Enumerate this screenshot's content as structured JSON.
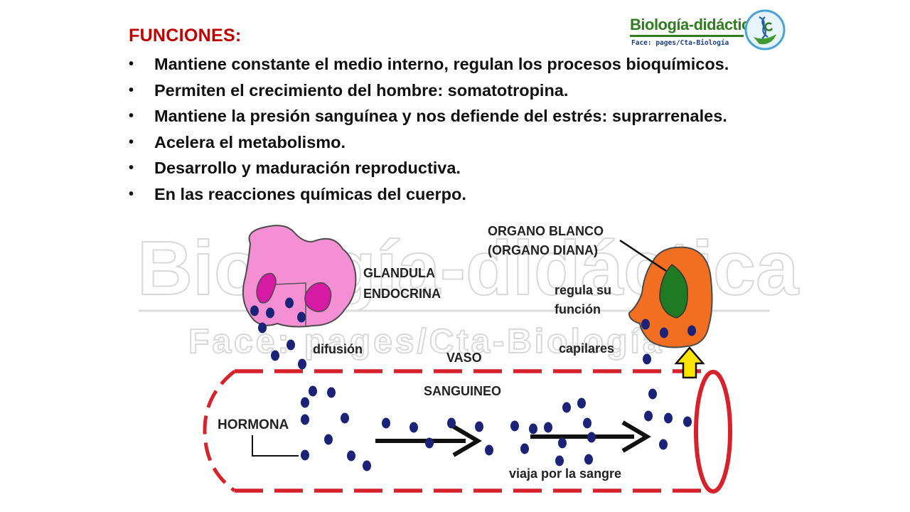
{
  "funciones": {
    "heading": "FUNCIONES:",
    "items": [
      "Mantiene constante el medio interno, regulan los procesos bioquímicos.",
      "Permiten el crecimiento del hombre: somatotropina.",
      "Mantiene la presión sanguínea y nos defiende del estrés: suprarrenales.",
      "Acelera el metabolismo.",
      "Desarrollo y maduración reproductiva.",
      "En las reacciones químicas del cuerpo."
    ]
  },
  "logo": {
    "title": "Biología-didáctica",
    "subtitle": "Face:   pages/Cta-Biología"
  },
  "watermark": {
    "title": "Biología-didáctica",
    "subtitle": "Face:   pages/Cta-Biología"
  },
  "diagram": {
    "gland_label_line1": "GLANDULA",
    "gland_label_line2": "ENDOCRINA",
    "target_label_line1": "ORGANO BLANCO",
    "target_label_line2": "(ORGANO DIANA)",
    "regula_line1": "regula su",
    "regula_line2": "función",
    "difusion": "difusión",
    "vaso": "VASO",
    "sanguineo": "SANGUINEO",
    "capilares": "capilares",
    "hormona": "HORMONA",
    "viaja": "viaja por la sangre"
  },
  "colors": {
    "heading": "#c00000",
    "gland": "#f48fd3",
    "gland_nucleus": "#d61aa4",
    "target": "#f26f22",
    "target_nucleus": "#1e7a23",
    "hormone_dot": "#1a2378",
    "vessel_red": "#d7222b",
    "arrow_yellow": "#ffe600"
  }
}
